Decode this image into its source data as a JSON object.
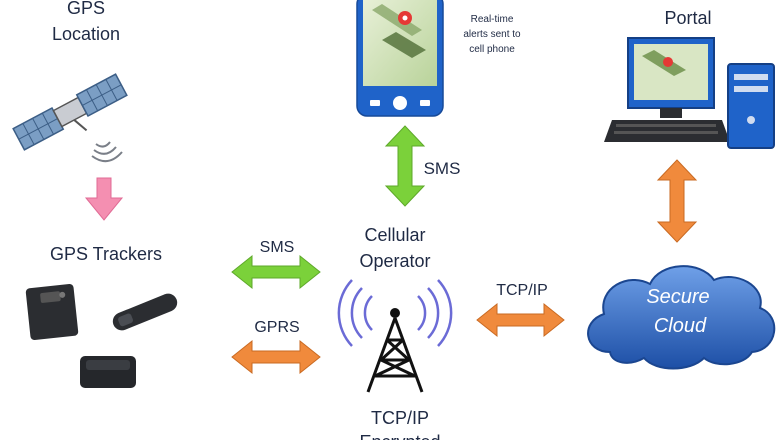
{
  "labels": {
    "gps_location": [
      "GPS",
      "Location"
    ],
    "gps_trackers": "GPS Trackers",
    "realtime_alerts": [
      "Real-time",
      "alerts sent to",
      "cell phone"
    ],
    "portal": "Portal",
    "sms_vertical": "SMS",
    "cellular_operator": [
      "Cellular",
      "Operator"
    ],
    "sms_horizontal": "SMS",
    "gprs": "GPRS",
    "tcpip_right": "TCP/IP",
    "tcpip_bottom": [
      "TCP/IP",
      "Encrypted"
    ],
    "secure_cloud": [
      "Secure",
      "Cloud"
    ]
  },
  "colors": {
    "pink_arrow": "#f48fb1",
    "green_arrow": "#7bd13a",
    "orange_arrow": "#f08a3c",
    "phone_body": "#1f63c9",
    "cloud_fill": "#2a66c2",
    "text": "#1f2a44"
  },
  "icons": [
    "satellite-icon",
    "gps-tracker-device-icon",
    "smartphone-icon",
    "desktop-computer-icon",
    "cell-tower-icon",
    "cloud-icon"
  ]
}
